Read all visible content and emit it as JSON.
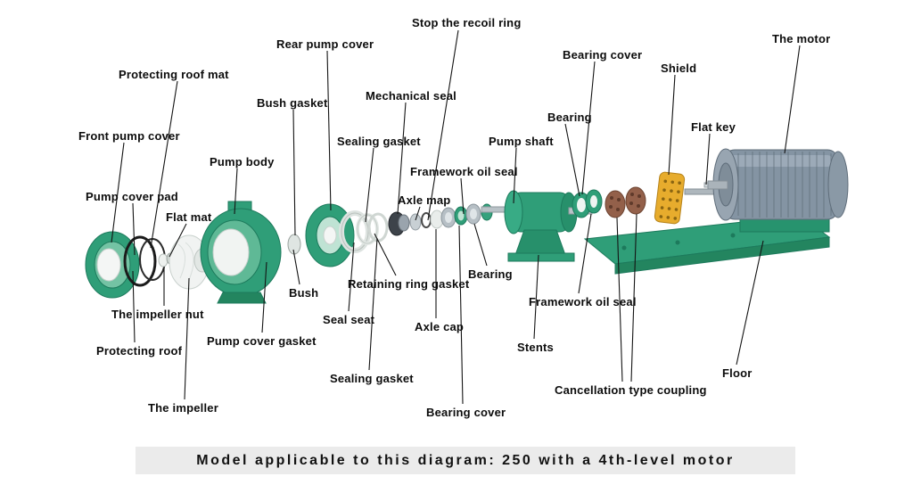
{
  "caption": {
    "text": "Model applicable to this diagram: 250 with a 4th-level motor"
  },
  "labels": [
    {
      "id": "stop-the-recoil-ring",
      "text": "Stop the recoil ring"
    },
    {
      "id": "rear-pump-cover",
      "text": "Rear pump cover"
    },
    {
      "id": "bearing-cover-top",
      "text": "Bearing cover"
    },
    {
      "id": "the-motor",
      "text": "The motor"
    },
    {
      "id": "shield",
      "text": "Shield"
    },
    {
      "id": "protecting-roof-mat",
      "text": "Protecting roof mat"
    },
    {
      "id": "bush-gasket",
      "text": "Bush gasket"
    },
    {
      "id": "mechanical-seal",
      "text": "Mechanical seal"
    },
    {
      "id": "bearing-upper",
      "text": "Bearing"
    },
    {
      "id": "flat-key",
      "text": "Flat key"
    },
    {
      "id": "front-pump-cover",
      "text": "Front pump cover"
    },
    {
      "id": "sealing-gasket-upper",
      "text": "Sealing gasket"
    },
    {
      "id": "pump-shaft",
      "text": "Pump shaft"
    },
    {
      "id": "pump-body",
      "text": "Pump body"
    },
    {
      "id": "framework-oil-seal-upper",
      "text": "Framework oil seal"
    },
    {
      "id": "pump-cover-pad",
      "text": "Pump cover pad"
    },
    {
      "id": "axle-map",
      "text": "Axle map"
    },
    {
      "id": "flat-mat",
      "text": "Flat mat"
    },
    {
      "id": "bush",
      "text": "Bush"
    },
    {
      "id": "retaining-ring-gasket",
      "text": "Retaining ring gasket"
    },
    {
      "id": "bearing-mid",
      "text": "Bearing"
    },
    {
      "id": "the-impeller-nut",
      "text": "The impeller nut"
    },
    {
      "id": "seal-seat",
      "text": "Seal seat"
    },
    {
      "id": "protecting-roof",
      "text": "Protecting roof"
    },
    {
      "id": "pump-cover-gasket",
      "text": "Pump cover gasket"
    },
    {
      "id": "axle-cap",
      "text": "Axle cap"
    },
    {
      "id": "framework-oil-seal-lower",
      "text": "Framework oil seal"
    },
    {
      "id": "stents",
      "text": "Stents"
    },
    {
      "id": "the-impeller",
      "text": "The impeller"
    },
    {
      "id": "sealing-gasket-lower",
      "text": "Sealing gasket"
    },
    {
      "id": "bearing-cover-bottom",
      "text": "Bearing cover"
    },
    {
      "id": "cancellation-type-coupling",
      "text": "Cancellation type coupling"
    },
    {
      "id": "floor",
      "text": "Floor"
    }
  ],
  "colors": {
    "pump_green": "#2f9e78",
    "pump_green_dark": "#1d7a5c",
    "shield_yellow": "#e7ac2d",
    "coupling_brown": "#93604a",
    "motor_gray": "#8494a3",
    "leader_line": "#141414",
    "caption_bg": "#ebebeb"
  }
}
